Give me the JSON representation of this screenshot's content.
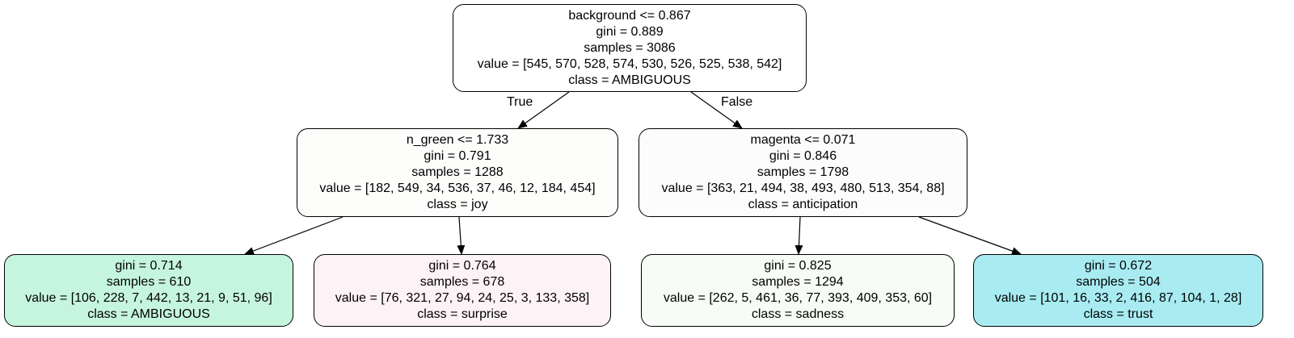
{
  "tree": {
    "root": {
      "split": "background <= 0.867",
      "gini": "gini = 0.889",
      "samples": "samples = 3086",
      "value": "value = [545, 570, 528, 574, 530, 526, 525, 538, 542]",
      "class": "class = AMBIGUOUS",
      "fill": "#ffffff"
    },
    "left": {
      "split": "n_green <= 1.733",
      "gini": "gini = 0.791",
      "samples": "samples = 1288",
      "value": "value = [182, 549, 34, 536, 37, 46, 12, 184, 454]",
      "class": "class = joy",
      "fill": "#fdfdfb"
    },
    "right": {
      "split": "magenta <= 0.071",
      "gini": "gini = 0.846",
      "samples": "samples = 1798",
      "value": "value = [363, 21, 494, 38, 493, 480, 513, 354, 88]",
      "class": "class = anticipation",
      "fill": "#fcfcfc"
    },
    "leaf_ll": {
      "gini": "gini = 0.714",
      "samples": "samples = 610",
      "value": "value = [106, 228, 7, 442, 13, 21, 9, 51, 96]",
      "class": "class = AMBIGUOUS",
      "fill": "#c6f5de"
    },
    "leaf_lr": {
      "gini": "gini = 0.764",
      "samples": "samples = 678",
      "value": "value = [76, 321, 27, 94, 24, 25, 3, 133, 358]",
      "class": "class = surprise",
      "fill": "#fdf3f6"
    },
    "leaf_rl": {
      "gini": "gini = 0.825",
      "samples": "samples = 1294",
      "value": "value = [262, 5, 461, 36, 77, 393, 409, 353, 60]",
      "class": "class = sadness",
      "fill": "#f8fcf7"
    },
    "leaf_rr": {
      "gini": "gini = 0.672",
      "samples": "samples = 504",
      "value": "value = [101, 16, 33, 2, 416, 87, 104, 1, 28]",
      "class": "class = trust",
      "fill": "#a8ecf2"
    },
    "edge_true": "True",
    "edge_false": "False"
  }
}
